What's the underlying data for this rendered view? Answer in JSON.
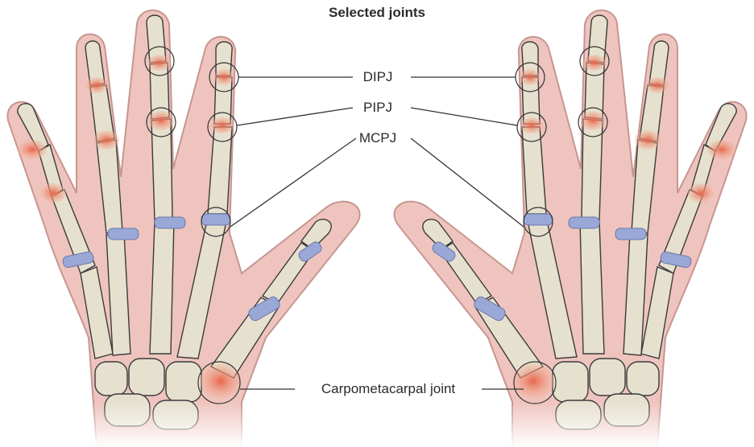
{
  "title": "Selected joints",
  "labels": {
    "dipj": "DIPJ",
    "pipj": "PIPJ",
    "mcpj": "MCPJ",
    "carpometacarpal": "Carpometacarpal joint"
  },
  "colors": {
    "skin": "#efc4be",
    "skin_outline": "#b07a73",
    "bone": "#e6e0cf",
    "bone_outline": "#3b3b3b",
    "cartilage_healthy": "#9aa8d8",
    "joint_inflamed": "#e8664a",
    "leader_line": "#333333"
  }
}
